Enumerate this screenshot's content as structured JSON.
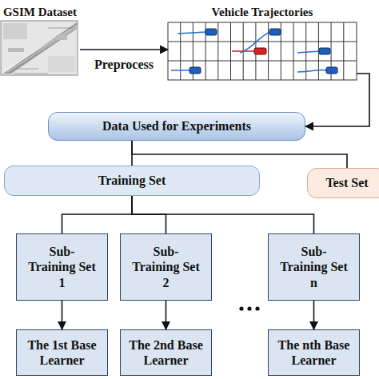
{
  "diagram": {
    "nodes": [
      {
        "text": [
          "GSIM Dataset"
        ]
      },
      {
        "text": [
          "Vehicle Trajectories"
        ]
      },
      {
        "text": [
          "Data Used for Experiments"
        ]
      },
      {
        "text": [
          "Training Set"
        ]
      },
      {
        "text": [
          "Test Set"
        ]
      },
      {
        "text": [
          "Sub- Training Set 1"
        ]
      },
      {
        "text": [
          "Sub- Training Set 2"
        ]
      },
      {
        "text": [
          "Sub- Training Set n"
        ]
      },
      {
        "text": [
          "The 1st Base Learner"
        ]
      },
      {
        "text": [
          "The 2nd Base Learner"
        ]
      },
      {
        "text": [
          "The nth Base Learner"
        ]
      }
    ],
    "edges": [
      {
        "from": 0,
        "to": 1,
        "label": "Preprocess",
        "arrow": "to"
      },
      {
        "from": 1,
        "to": 2,
        "arrow": "to"
      },
      {
        "from": 2,
        "to": 3,
        "arrow": "none"
      },
      {
        "from": 2,
        "to": 4,
        "arrow": "none"
      },
      {
        "from": 3,
        "to": 5,
        "arrow": "none"
      },
      {
        "from": 3,
        "to": 6,
        "arrow": "none"
      },
      {
        "from": 3,
        "to": 7,
        "arrow": "none"
      },
      {
        "from": 5,
        "to": 8,
        "arrow": "to"
      },
      {
        "from": 6,
        "to": 9,
        "arrow": "to"
      },
      {
        "from": 7,
        "to": 10,
        "arrow": "to"
      }
    ]
  }
}
